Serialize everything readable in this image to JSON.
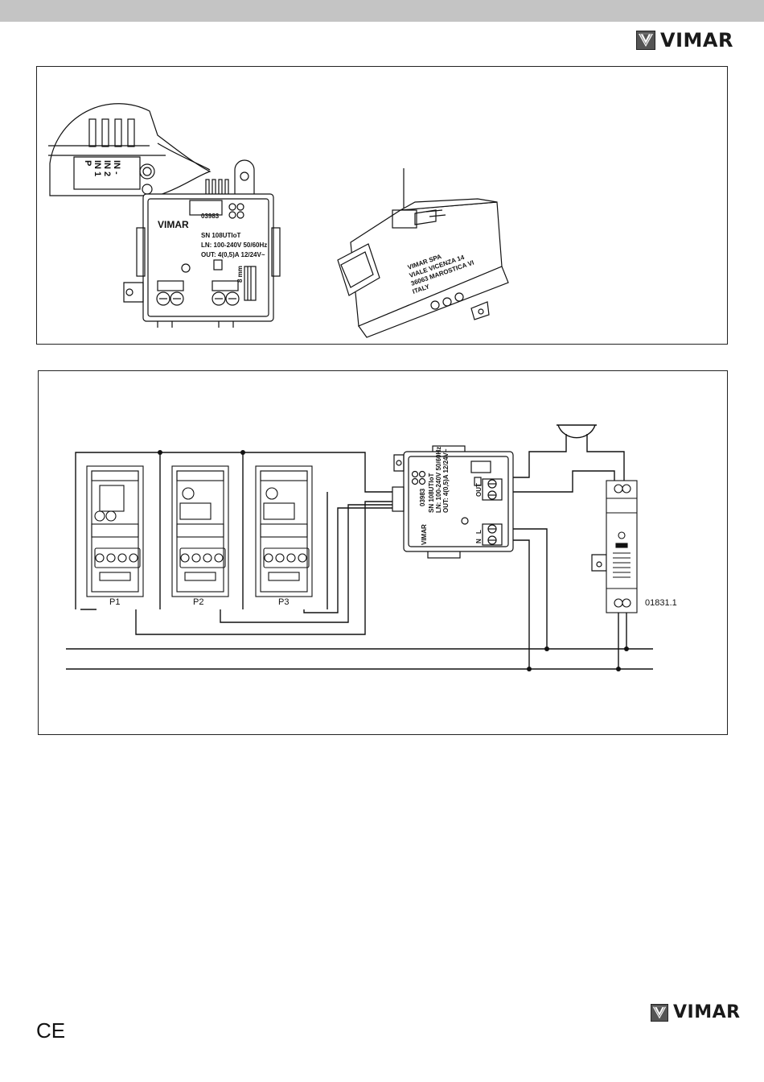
{
  "brand": {
    "name": "VIMAR",
    "logo_icon": "vimar-logo-icon"
  },
  "panel1": {
    "connector_pins": [
      "IN -",
      "IN 2",
      "IN 1",
      "P"
    ],
    "module_front": {
      "code": "03983",
      "line1": "SN 108UTIoT",
      "line2": "LN: 100-240V 50/60Hz",
      "line3": "OUT: 4(0,5)A 12/24V~",
      "strip": "8 mm"
    },
    "module_back": {
      "line1": "VIMAR SPA",
      "line2": "VIALE VICENZA 14",
      "line3": "36063 MAROSTICA VI",
      "line4": "ITALY"
    }
  },
  "panel2": {
    "pushbuttons": [
      "P1",
      "P2",
      "P3"
    ],
    "module": {
      "code": "03983",
      "line1": "SN 108UTIoT",
      "line2": "LN: 100-240V 50/60Hz",
      "line3": "OUT: 4(0,5)A 12/24V~",
      "out_label": "OUT",
      "l_label": "L",
      "n_label": "N"
    },
    "transformer_code": "01831.1",
    "bell_icon": "bell-icon"
  },
  "footer": {
    "ce_mark": "CE"
  }
}
